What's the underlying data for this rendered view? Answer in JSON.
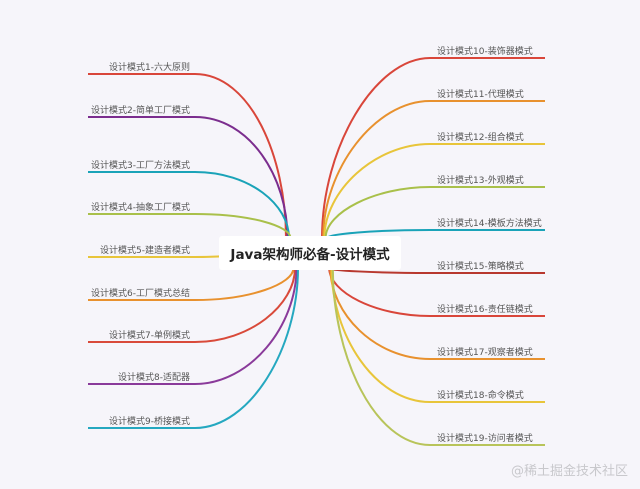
{
  "title": "Java架构师必备-设计模式",
  "left_branches": [
    {
      "label": "设计模式1-六大原则",
      "color": "#d9463a"
    },
    {
      "label": "设计模式2-简单工厂模式",
      "color": "#7b2d8e"
    },
    {
      "label": "设计模式3-工厂方法模式",
      "color": "#1aa3b8"
    },
    {
      "label": "设计模式4-抽象工厂模式",
      "color": "#a9c04a"
    },
    {
      "label": "设计模式5-建造者模式",
      "color": "#e8c53a"
    },
    {
      "label": "设计模式6-工厂模式总结",
      "color": "#e8912e"
    },
    {
      "label": "设计模式7-单例模式",
      "color": "#d94a3a"
    },
    {
      "label": "设计模式8-适配器",
      "color": "#8a3a9a"
    },
    {
      "label": "设计模式9-桥接模式",
      "color": "#25a8c0"
    }
  ],
  "right_branches": [
    {
      "label": "设计模式10-装饰器模式",
      "color": "#d9463a"
    },
    {
      "label": "设计模式11-代理模式",
      "color": "#e8912e"
    },
    {
      "label": "设计模式12-组合模式",
      "color": "#e8c53a"
    },
    {
      "label": "设计模式13-外观模式",
      "color": "#a9c04a"
    },
    {
      "label": "设计模式14-模板方法模式",
      "color": "#1aa3b8"
    },
    {
      "label": "设计模式15-策略模式",
      "color": "#b8382e"
    },
    {
      "label": "设计模式16-责任链模式",
      "color": "#d9463a"
    },
    {
      "label": "设计模式17-观察者模式",
      "color": "#e8912e"
    },
    {
      "label": "设计模式18-命令模式",
      "color": "#e8c53a"
    },
    {
      "label": "设计模式19-访问者模式",
      "color": "#b8c45a"
    }
  ],
  "watermark": "@稀土掘金技术社区"
}
